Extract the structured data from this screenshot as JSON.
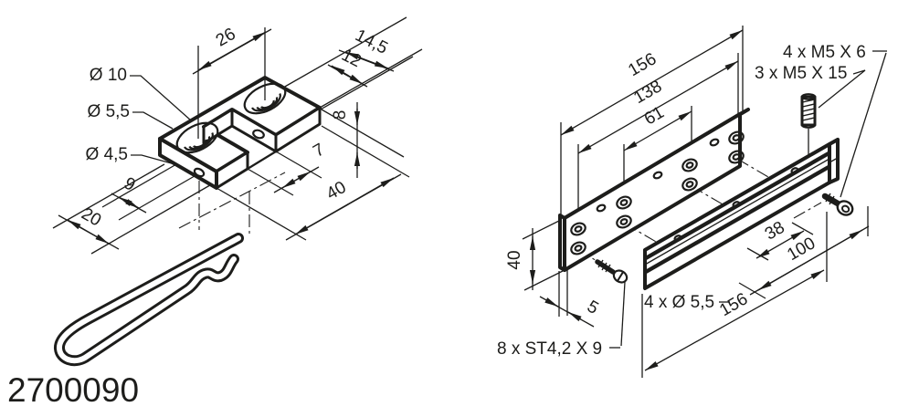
{
  "drawing": {
    "part_number": "2700090",
    "left_view": {
      "hole_labels": {
        "counterbore": "Ø 10",
        "through_hole": "Ø 5,5",
        "pin_hole": "Ø 4,5"
      },
      "dims": {
        "hole_spacing": "26",
        "tab_width": "14,5",
        "tab_offset": "12",
        "thickness": "8",
        "slot_width": "7",
        "length": "40",
        "hole_offset": "9",
        "width": "20"
      }
    },
    "right_view": {
      "dims": {
        "plate_length": "156",
        "hole_span": "138",
        "stud_spacing": "61",
        "plate_height": "40",
        "plate_thickness": "5",
        "rail_hole_spacing": "38",
        "rail_span": "100",
        "rail_length": "156"
      },
      "labels": {
        "cap_screws": "4 x M5 X 6",
        "studs": "3 x M5 X 15",
        "through_holes": "4 x Ø 5,5",
        "tapping_screws": "8 x ST4,2 X 9"
      }
    },
    "colors": {
      "ink": "#1d1d1b",
      "background": "#ffffff"
    }
  }
}
